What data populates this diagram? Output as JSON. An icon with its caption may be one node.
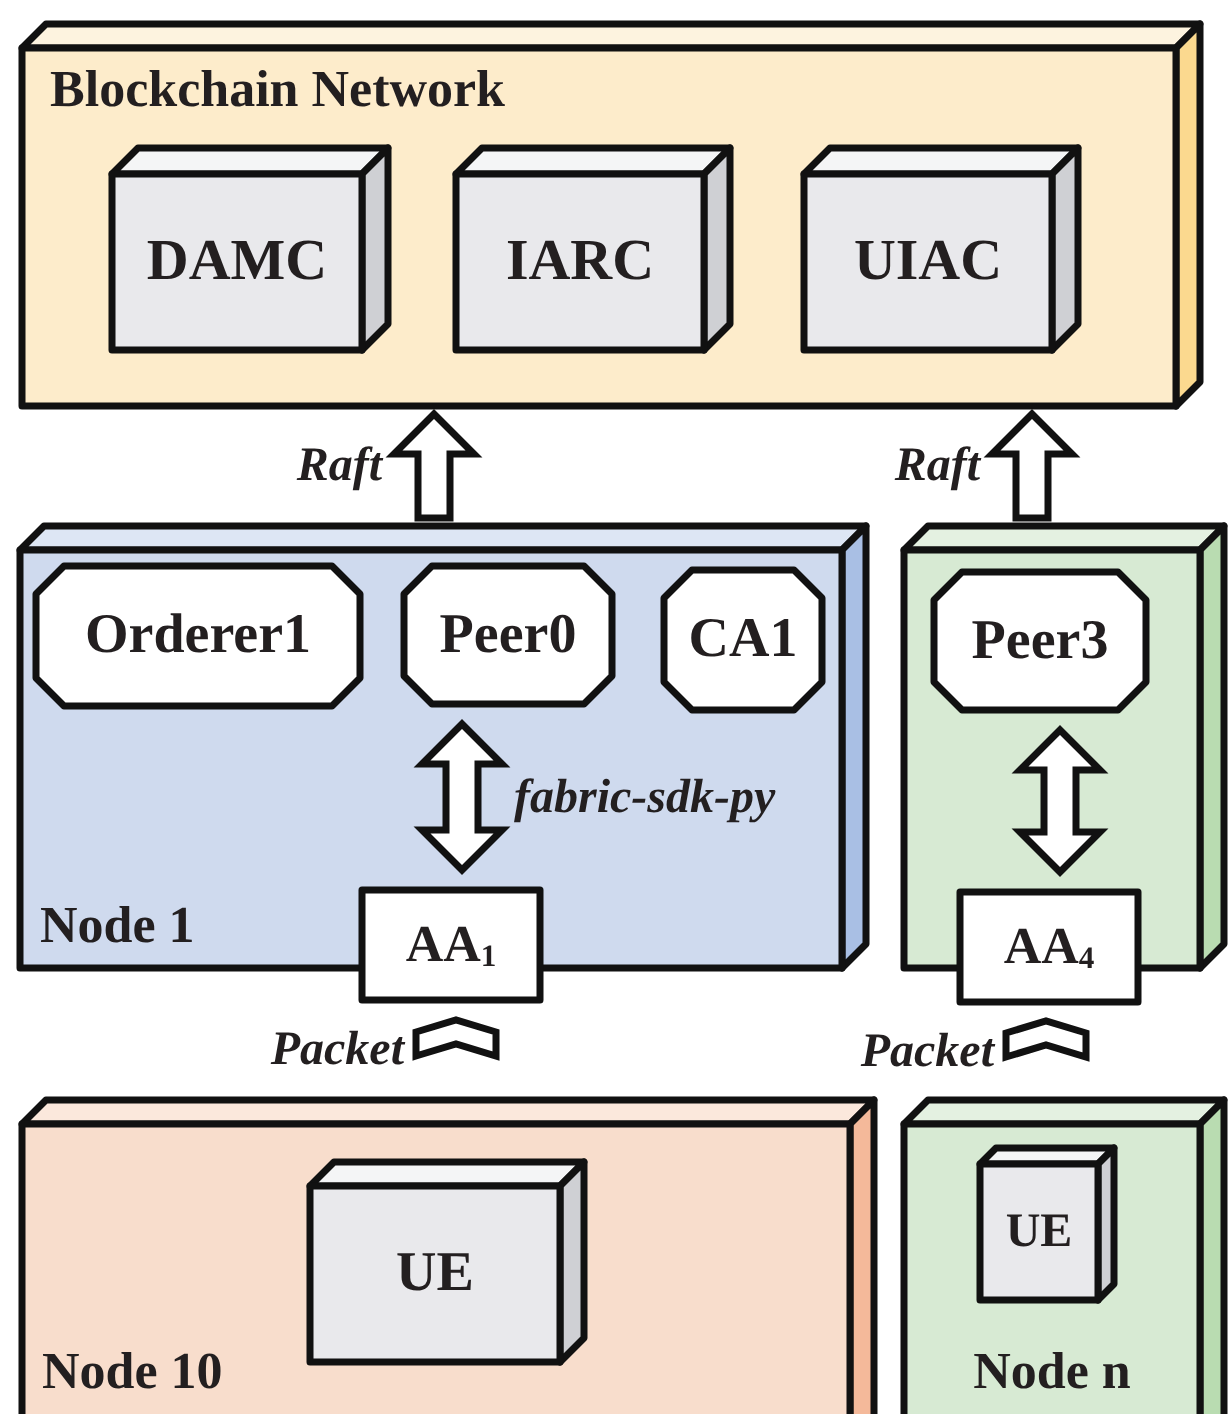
{
  "diagram": {
    "nodes": [
      {
        "text": [
          "Blockchain Network"
        ]
      },
      {
        "text": [
          "DAMC"
        ],
        "in": 0
      },
      {
        "text": [
          "IARC"
        ],
        "in": 0
      },
      {
        "text": [
          "UIAC"
        ],
        "in": 0
      },
      {
        "text": [
          "Node 1"
        ]
      },
      {
        "text": [
          "Orderer1"
        ],
        "in": 4
      },
      {
        "text": [
          "Peer0"
        ],
        "in": 4
      },
      {
        "text": [
          "CA1"
        ],
        "in": 4
      },
      {
        "text": [
          "AA$_{1}$"
        ]
      },
      {
        "text": [],
        "shape": "box"
      },
      {
        "text": [
          "Peer3"
        ],
        "in": 9
      },
      {
        "text": [
          "AA$_{4}$"
        ]
      },
      {
        "text": [
          "Node 10"
        ]
      },
      {
        "text": [
          "UE"
        ],
        "in": 12
      },
      {
        "text": [
          "Node n"
        ]
      },
      {
        "text": [
          "UE"
        ],
        "in": 14
      }
    ],
    "edges": [
      {
        "from": 4,
        "to": 0,
        "arrow": "to",
        "label": "Raft"
      },
      {
        "from": 9,
        "to": 0,
        "arrow": "to",
        "label": "Raft"
      },
      {
        "from": 6,
        "to": 8,
        "arrow": "both",
        "label": "fabric-sdk-py"
      },
      {
        "from": 10,
        "to": 11,
        "arrow": "both"
      },
      {
        "from": 12,
        "to": 8,
        "arrow": "to",
        "label": "Packet"
      },
      {
        "from": 14,
        "to": 11,
        "arrow": "to",
        "label": "Packet"
      }
    ]
  }
}
